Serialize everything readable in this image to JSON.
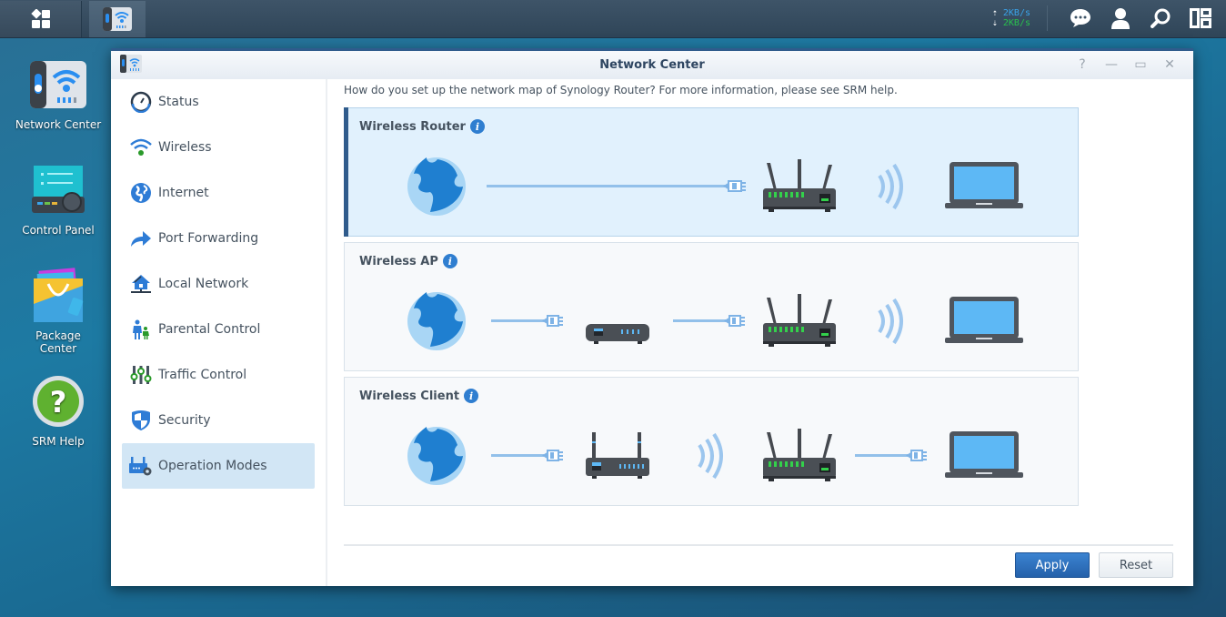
{
  "taskbar": {
    "main_menu_icon": "main-menu-icon",
    "open_app_icon": "network-center-icon",
    "upload_speed": "2KB/s",
    "download_speed": "2KB/s",
    "icons": [
      "notifications-icon",
      "user-icon",
      "search-icon",
      "widgets-icon"
    ]
  },
  "desktop": {
    "icons": [
      {
        "label": "Network Center",
        "icon": "network-center-icon"
      },
      {
        "label": "Control Panel",
        "icon": "control-panel-icon"
      },
      {
        "label": "Package Center",
        "icon": "package-center-icon"
      },
      {
        "label": "SRM Help",
        "icon": "help-icon"
      }
    ]
  },
  "window": {
    "title": "Network Center",
    "controls": {
      "help": "?",
      "minimize": "—",
      "maximize": "▭",
      "close": "✕"
    }
  },
  "sidebar": {
    "items": [
      {
        "label": "Status",
        "icon": "gauge-icon"
      },
      {
        "label": "Wireless",
        "icon": "wifi-icon"
      },
      {
        "label": "Internet",
        "icon": "globe-icon"
      },
      {
        "label": "Port Forwarding",
        "icon": "forward-arrow-icon"
      },
      {
        "label": "Local Network",
        "icon": "home-network-icon"
      },
      {
        "label": "Parental Control",
        "icon": "family-icon"
      },
      {
        "label": "Traffic Control",
        "icon": "sliders-icon"
      },
      {
        "label": "Security",
        "icon": "shield-icon"
      },
      {
        "label": "Operation Modes",
        "icon": "router-gear-icon",
        "active": true
      }
    ]
  },
  "main": {
    "intro": "How do you set up the network map of Synology Router? For more information, please see SRM help.",
    "modes": [
      {
        "title": "Wireless Router",
        "selected": true,
        "devices": [
          "internet",
          "cable",
          "router",
          "wifi",
          "laptop"
        ]
      },
      {
        "title": "Wireless AP",
        "selected": false,
        "devices": [
          "internet",
          "cable",
          "modem",
          "cable",
          "router",
          "wifi",
          "laptop"
        ]
      },
      {
        "title": "Wireless Client",
        "selected": false,
        "devices": [
          "internet",
          "cable",
          "router2",
          "wifi",
          "router",
          "cable",
          "laptop"
        ]
      }
    ],
    "buttons": {
      "apply": "Apply",
      "reset": "Reset"
    }
  },
  "colors": {
    "accent": "#2f5b8c",
    "apply": "#2f72c2",
    "selected_card": "#e1f1fd",
    "upload": "#3aa3ea",
    "download": "#29c14e"
  }
}
